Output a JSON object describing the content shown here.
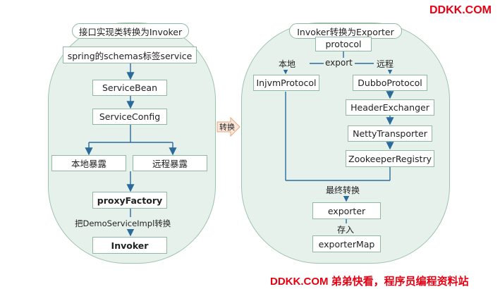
{
  "watermark_top": "DDKK.COM",
  "watermark_bottom": "DDKK.COM 弟弟快看，程序员编程资料站",
  "left": {
    "title": "接口实现类转换为Invoker",
    "spring_schemas": "spring的schemas标签service",
    "service_bean": "ServiceBean",
    "service_config": "ServiceConfig",
    "local_expose": "本地暴露",
    "remote_expose": "远程暴露",
    "proxy_factory": "proxyFactory",
    "convert_label": "把DemoServiceImpl转换",
    "invoker": "Invoker"
  },
  "middle_arrow_label": "转换",
  "right": {
    "title": "Invoker转换为Exporter",
    "protocol": "protocol",
    "local_label": "本地",
    "export_label": "export",
    "remote_label": "远程",
    "injvm_protocol": "InjvmProtocol",
    "dubbo_protocol": "DubboProtocol",
    "header_exchanger": "HeaderExchanger",
    "netty_transporter": "NettyTransporter",
    "zookeeper_registry": "ZookeeperRegistry",
    "final_convert_label": "最终转换",
    "exporter": "exporter",
    "store_label": "存入",
    "exporter_map": "exporterMap"
  },
  "colors": {
    "panel_fill": "#e7f1ec",
    "panel_border": "#9cc2ae",
    "arrow": "#2a6b9c",
    "watermark": "#e60012"
  }
}
